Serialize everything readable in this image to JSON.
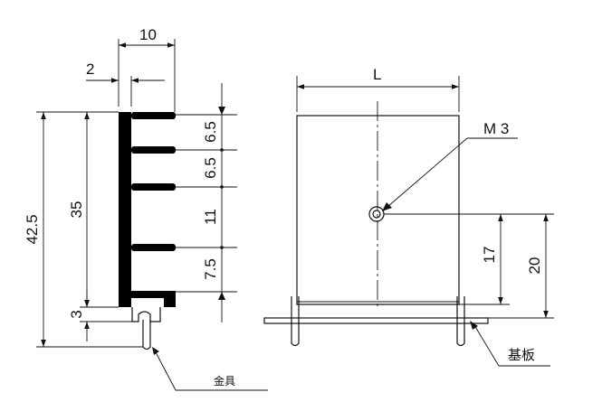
{
  "side_view": {
    "dim_top_width": "10",
    "dim_base_thickness": "2",
    "dim_fin_1": "6.5",
    "dim_fin_2": "6.5",
    "dim_fin_3": "11",
    "dim_fin_4": "7.5",
    "dim_total_height": "42.5",
    "dim_body_height": "35",
    "dim_foot_height": "3",
    "label_bracket": "金具"
  },
  "front_view": {
    "dim_length": "L",
    "label_screw": "M 3",
    "dim_hole_17": "17",
    "dim_hole_20": "20",
    "label_board": "基板"
  }
}
